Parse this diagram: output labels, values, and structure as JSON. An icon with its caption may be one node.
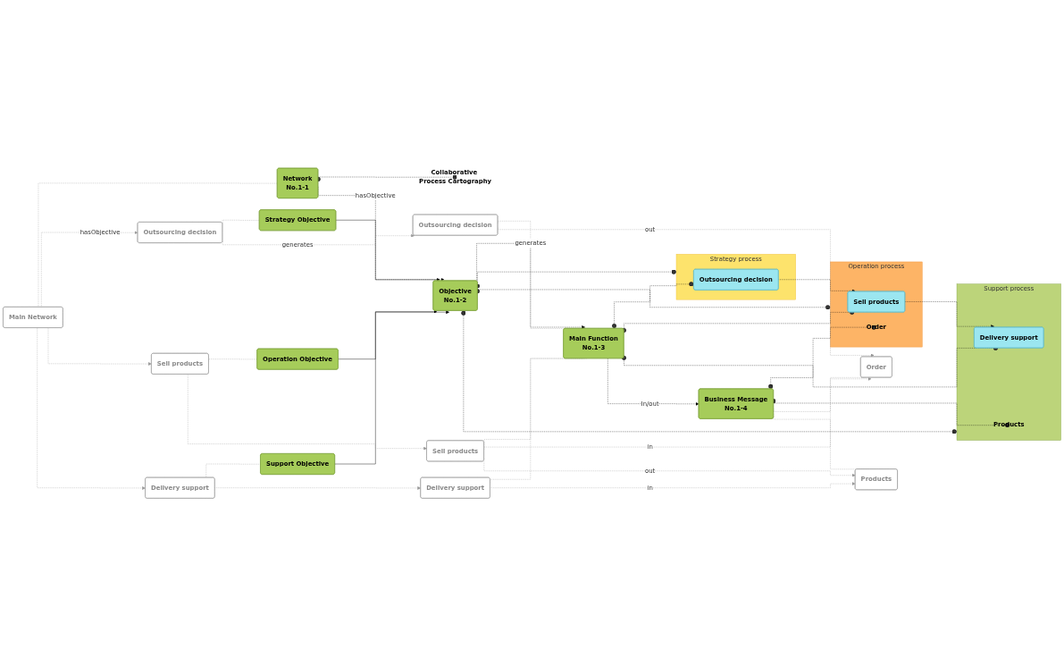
{
  "diagram": {
    "nodes": [
      {
        "text": [
          "Main Network"
        ]
      },
      {
        "text": [
          "Network",
          "No.1-1"
        ]
      },
      {
        "text": [
          "Collaborative Process Cartography"
        ]
      },
      {
        "text": [
          "Strategy Objective"
        ]
      },
      {
        "text": [
          "Outsourcing decision"
        ]
      },
      {
        "text": [
          "Operation Objective"
        ]
      },
      {
        "text": [
          "Objective",
          "No.1-2"
        ]
      },
      {
        "text": [
          "Strategy process"
        ]
      },
      {
        "text": [
          "Outsourcing decision"
        ],
        "in": 7
      },
      {
        "text": [
          "Sell products"
        ]
      },
      {
        "text": [
          "Support Objective"
        ]
      },
      {
        "text": [
          "Delivery support"
        ]
      },
      {
        "text": [
          "Operation process"
        ]
      },
      {
        "text": [
          "Order"
        ],
        "in": 12
      },
      {
        "text": [
          "Sell products"
        ],
        "in": 12
      },
      {
        "text": [
          "Main Function",
          "No.1-3"
        ]
      },
      {
        "text": [
          "Outsourcing decision"
        ]
      },
      {
        "text": [
          "Support process"
        ]
      },
      {
        "text": [
          "Products"
        ],
        "in": 17
      },
      {
        "text": [
          "Delivery support"
        ],
        "in": 17
      },
      {
        "text": [
          "Sell products"
        ]
      },
      {
        "text": [
          "Business Message",
          "No.1-4"
        ]
      },
      {
        "text": [
          "Delivery support"
        ]
      },
      {
        "text": [
          "Order"
        ]
      },
      {
        "text": [
          "Products"
        ]
      }
    ],
    "edges": [
      {
        "from": 0,
        "to": 1,
        "arrow": "none",
        "style": "dashed",
        "color": "#999999"
      },
      {
        "from": 1,
        "to": 2,
        "arrow": "other",
        "style": "dashed",
        "color": "#000000"
      },
      {
        "from": 1,
        "to": 6,
        "arrow": "to",
        "style": "dashed",
        "color": "#000000",
        "label": "hasObjective"
      },
      {
        "from": 0,
        "to": 4,
        "arrow": "to",
        "style": "dashed",
        "color": "#999999",
        "label": "hasObjective"
      },
      {
        "from": 0,
        "to": 9,
        "arrow": "to",
        "style": "dashed",
        "color": "#999999"
      },
      {
        "from": 0,
        "to": 11,
        "arrow": "to",
        "style": "dashed",
        "color": "#999999"
      },
      {
        "from": 4,
        "to": 3,
        "arrow": "none",
        "style": "dashed",
        "color": "#999999"
      },
      {
        "from": 9,
        "to": 5,
        "arrow": "none",
        "style": "dashed",
        "color": "#999999"
      },
      {
        "from": 11,
        "to": 10,
        "arrow": "none",
        "style": "dashed",
        "color": "#999999"
      },
      {
        "from": 3,
        "to": 6,
        "arrow": "to",
        "color": "#000000"
      },
      {
        "from": 5,
        "to": 6,
        "arrow": "to",
        "color": "#000000"
      },
      {
        "from": 10,
        "to": 6,
        "arrow": "to",
        "color": "#000000"
      },
      {
        "from": 6,
        "to": 7,
        "arrow": "other",
        "style": "dashed",
        "color": "#000000"
      },
      {
        "from": 6,
        "to": 12,
        "arrow": "other",
        "style": "dashed",
        "color": "#000000"
      },
      {
        "from": 6,
        "to": 17,
        "arrow": "other",
        "style": "dashed",
        "color": "#000000"
      },
      {
        "from": 8,
        "to": 14,
        "arrow": "to",
        "style": "dashed",
        "color": "#000000"
      },
      {
        "from": 14,
        "to": 19,
        "arrow": "to",
        "style": "dashed",
        "color": "#000000"
      },
      {
        "from": 6,
        "to": 15,
        "arrow": "to",
        "style": "dashed",
        "color": "#000000",
        "label": "generates"
      },
      {
        "from": 15,
        "to": 8,
        "arrow": "other",
        "style": "dashed",
        "color": "#000000"
      },
      {
        "from": 15,
        "to": 14,
        "arrow": "other",
        "style": "dashed",
        "color": "#000000"
      },
      {
        "from": 15,
        "to": 19,
        "arrow": "other",
        "style": "dashed",
        "color": "#000000"
      },
      {
        "from": 4,
        "to": 16,
        "arrow": "to",
        "style": "dashed",
        "color": "#999999",
        "label": "generates"
      },
      {
        "from": 9,
        "to": 20,
        "arrow": "to",
        "style": "dashed",
        "color": "#999999"
      },
      {
        "from": 11,
        "to": 22,
        "arrow": "to",
        "style": "dashed",
        "color": "#999999"
      },
      {
        "from": 16,
        "to": 15,
        "arrow": "none",
        "style": "dashed",
        "color": "#999999"
      },
      {
        "from": 20,
        "to": 15,
        "arrow": "none",
        "style": "dashed",
        "color": "#999999"
      },
      {
        "from": 22,
        "to": 15,
        "arrow": "none",
        "style": "dashed",
        "color": "#999999"
      },
      {
        "from": 15,
        "to": 21,
        "arrow": "to",
        "style": "dashed",
        "color": "#000000",
        "label": "In/out"
      },
      {
        "from": 21,
        "to": 13,
        "arrow": "other",
        "style": "dashed",
        "color": "#000000"
      },
      {
        "from": 21,
        "to": 18,
        "arrow": "other",
        "style": "dashed",
        "color": "#000000"
      },
      {
        "from": 21,
        "to": 23,
        "arrow": "none",
        "style": "dashed",
        "color": "#999999"
      },
      {
        "from": 21,
        "to": 24,
        "arrow": "none",
        "style": "dashed",
        "color": "#999999"
      },
      {
        "from": 16,
        "to": 23,
        "arrow": "to",
        "style": "dashed",
        "color": "#999999",
        "label": "out"
      },
      {
        "from": 20,
        "to": 23,
        "arrow": "to",
        "style": "dashed",
        "color": "#999999",
        "label": "in"
      },
      {
        "from": 20,
        "to": 24,
        "arrow": "to",
        "style": "dashed",
        "color": "#999999",
        "label": "out"
      },
      {
        "from": 22,
        "to": 24,
        "arrow": "to",
        "style": "dashed",
        "color": "#999999",
        "label": "in"
      }
    ]
  }
}
